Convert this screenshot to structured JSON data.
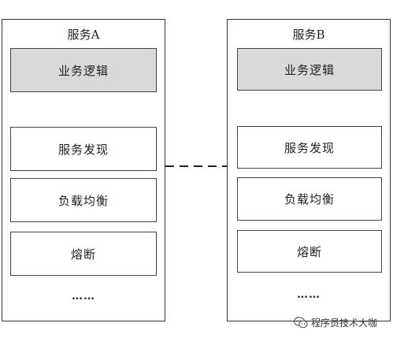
{
  "services": [
    {
      "title": "服务A",
      "modules": [
        "业务逻辑",
        "服务发现",
        "负载均衡",
        "熔断"
      ],
      "ellipsis": "……"
    },
    {
      "title": "服务B",
      "modules": [
        "业务逻辑",
        "服务发现",
        "负载均衡",
        "熔断"
      ],
      "ellipsis": "……"
    }
  ],
  "watermark": {
    "text": "程序员技术大咖",
    "icon": "wechat-icon"
  },
  "colors": {
    "logic_fill": "#d9d9d9",
    "border": "#333333"
  }
}
